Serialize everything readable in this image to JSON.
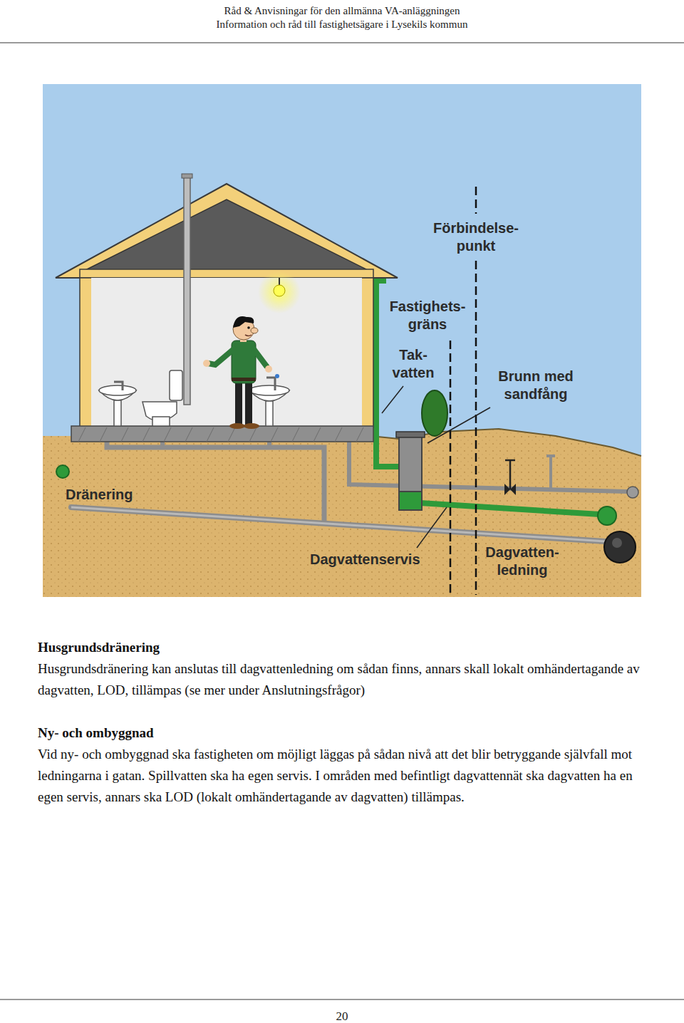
{
  "diagram": {
    "labels": [
      "Råd & Anvisningar för den allmänna VA-anläggningen",
      "Information och råd till fastighetsägare i Lysekils kommun",
      "Förbindelse- punkt",
      "Fastighets- gräns",
      "Tak- vatten",
      "Brunn med sandfång",
      "Dränering",
      "Dagvattenservis",
      "Dagvatten- ledning",
      "Husgrundsdränering",
      "Husgrundsdränering kan anslutas till dagvattenledning om sådan finns, annars skall lokalt omhändertagande av dagvatten, LOD, tillämpas (se mer under Anslutningsfrågor)",
      "Ny- och ombyggnad",
      "Vid ny- och ombyggnad ska fastigheten om möjligt läggas på sådan nivå att det blir betryggande självfall mot ledningarna i gatan. Spillvatten ska ha egen servis. I områden med befintligt dagvattennät ska dagvatten ha en egen servis, annars ska LOD (lokalt omhändertagande av dagvatten) tillämpas.",
      "20"
    ]
  }
}
